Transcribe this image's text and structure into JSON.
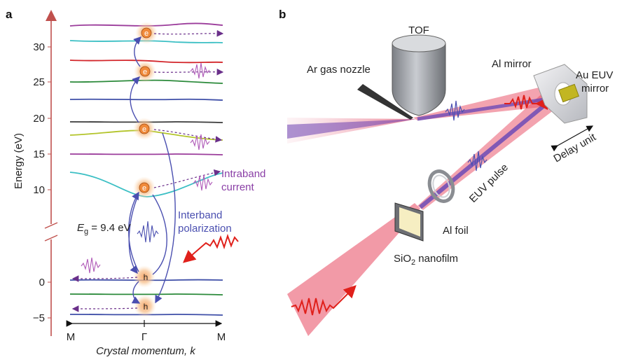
{
  "panel_a": {
    "panel_label": "a",
    "y_axis_label": "Energy (eV)",
    "y_ticks": [
      "30",
      "25",
      "20",
      "15",
      "10",
      "0",
      "−5"
    ],
    "gap_label_main": "E",
    "gap_label_sub": "g",
    "gap_label_rest": " = 9.4 eV",
    "x_ticks": [
      "M",
      "Γ",
      "M"
    ],
    "x_axis_label_italic": "Crystal momentum, ",
    "x_axis_label_k": "k",
    "electron_symbol": "e",
    "hole_symbol": "h",
    "intraband_line1": "Intraband",
    "intraband_line2": "current",
    "interband_line1": "Interband",
    "interband_line2": "polarization"
  },
  "panel_b": {
    "panel_label": "b",
    "tof": "TOF",
    "nozzle": "Ar gas nozzle",
    "al_mirror": "Al mirror",
    "au_line1": "Au EUV",
    "au_line2": "mirror",
    "delay_unit": "Delay unit",
    "euv_pulse": "EUV pulse",
    "al_foil": "Al foil",
    "nanofilm_pre": "SiO",
    "nanofilm_sub": "2",
    "nanofilm_post": " nanofilm"
  },
  "colors": {
    "axis_red": "#c0504d",
    "electron_orange": "#f2a25a",
    "interband_blue": "#4a4fb0",
    "intraband_purple": "#8a3fa6",
    "laser_red": "#e0201b"
  }
}
